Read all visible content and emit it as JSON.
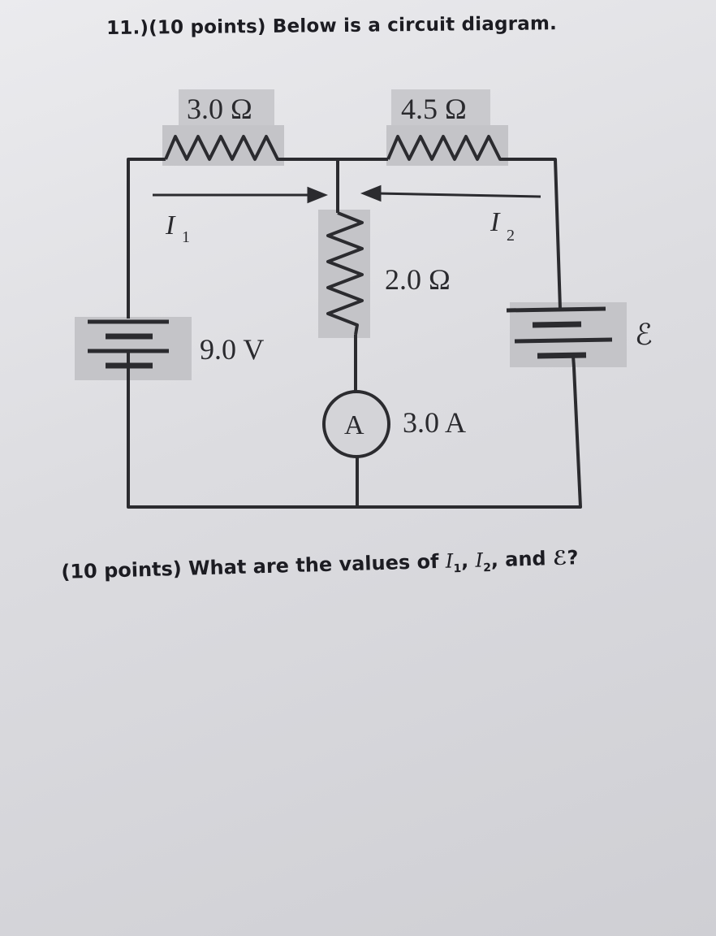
{
  "heading": "11.)(10 points) Below is a circuit diagram.",
  "question": {
    "prefix": "(10 points) What are the values of ",
    "var1": "I",
    "sub1": "1",
    "sep1": ", ",
    "var2": "I",
    "sub2": "2",
    "sep2": ", and ",
    "var3": "ℰ",
    "suffix": "?"
  },
  "circuit": {
    "resistor_left_label": "3.0 Ω",
    "resistor_right_label": "4.5 Ω",
    "resistor_middle_label": "2.0 Ω",
    "battery_left_label": "9.0 V",
    "battery_right_label": "ℰ",
    "current1_var": "I",
    "current1_sub": "1",
    "current2_var": "I",
    "current2_sub": "2",
    "ammeter_symbol": "A",
    "ammeter_reading": "3.0 A"
  }
}
